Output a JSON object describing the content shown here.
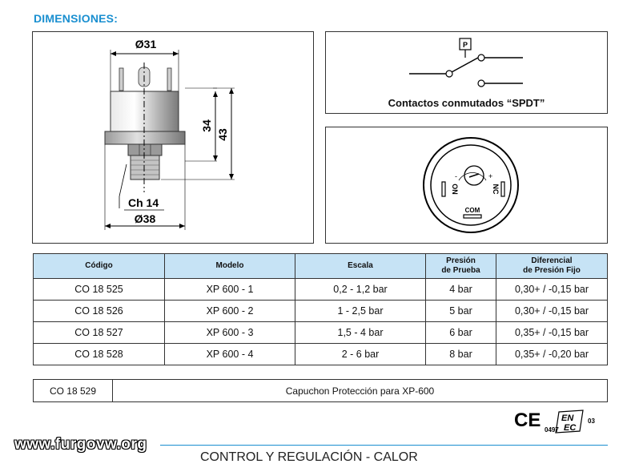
{
  "section_title": "DIMENSIONES:",
  "dims": {
    "diameter_top": "Ø31",
    "height_inner": "34",
    "height_outer": "43",
    "hex": "Ch 14",
    "diameter_bottom": "Ø38"
  },
  "spdt": {
    "symbol": "P",
    "caption": "Contactos conmutados “SPDT”"
  },
  "connector": {
    "on": "ON",
    "nc": "NC",
    "com": "COM",
    "minus": "-",
    "plus": "+"
  },
  "table": {
    "headers": [
      {
        "line1": "Código",
        "line2": ""
      },
      {
        "line1": "Modelo",
        "line2": ""
      },
      {
        "line1": "Escala",
        "line2": ""
      },
      {
        "line1": "Presión",
        "line2": "de Prueba"
      },
      {
        "line1": "Diferencial",
        "line2": "de Presión Fijo"
      }
    ],
    "rows": [
      [
        "CO 18 525",
        "XP 600 - 1",
        "0,2 - 1,2 bar",
        "4 bar",
        "0,30+ / -0,15 bar"
      ],
      [
        "CO 18 526",
        "XP 600 - 2",
        "1 - 2,5 bar",
        "5 bar",
        "0,30+ / -0,15 bar"
      ],
      [
        "CO 18 527",
        "XP 600 - 3",
        "1,5 - 4 bar",
        "6 bar",
        "0,35+ / -0,15 bar"
      ],
      [
        "CO 18 528",
        "XP 600 - 4",
        "2 - 6 bar",
        "8 bar",
        "0,35+ / -0,20 bar"
      ]
    ]
  },
  "accessory": {
    "code": "CO 18 529",
    "description": "Capuchon Protección para XP-600"
  },
  "certification": {
    "ce": "CE",
    "ce_number": "0497",
    "en": "EN",
    "ec": "EC",
    "year": "03"
  },
  "watermark": "www.furgovw.org",
  "footer": "CONTROL Y REGULACIÓN - CALOR"
}
